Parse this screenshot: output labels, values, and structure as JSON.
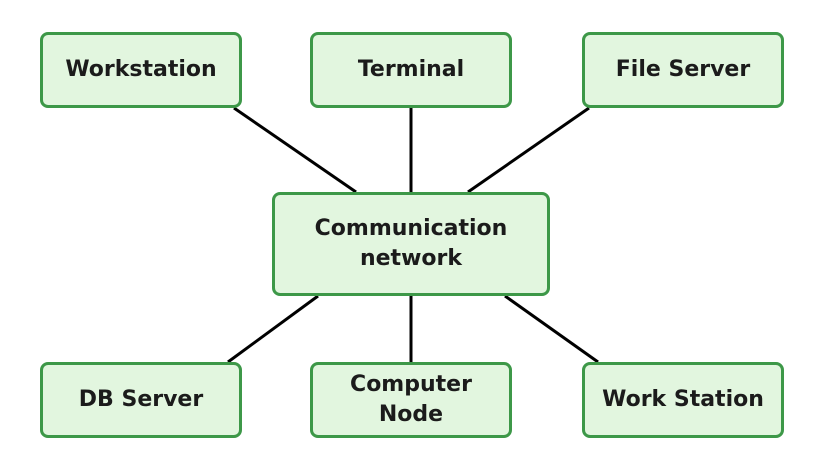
{
  "diagram": {
    "hub": {
      "label": "Communication\nnetwork"
    },
    "nodes": [
      {
        "label": "Workstation"
      },
      {
        "label": "Terminal"
      },
      {
        "label": "File Server"
      },
      {
        "label": "DB Server"
      },
      {
        "label": "Computer\nNode"
      },
      {
        "label": "Work Station"
      }
    ],
    "colors": {
      "node_fill": "#e2f6df",
      "node_border": "#3d9848",
      "edge": "#000000",
      "text": "#1b1b1b"
    }
  }
}
